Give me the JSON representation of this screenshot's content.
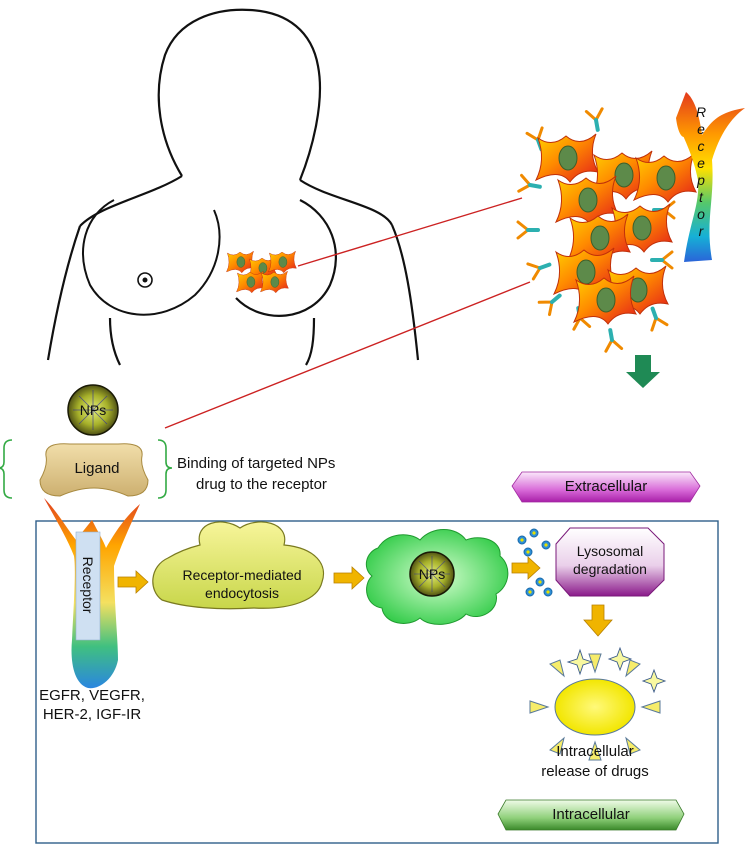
{
  "nps_label": "NPs",
  "ligand_label": "Ligand",
  "receptor_left_label": "Receptor",
  "receptor_right_letters": [
    "R",
    "e",
    "c",
    "e",
    "p",
    "t",
    "o",
    "r"
  ],
  "binding_text": [
    "Binding of targeted NPs",
    "drug to the receptor"
  ],
  "extracellular_label": "Extracellular",
  "intracellular_label": "Intracellular",
  "endocytosis_label": [
    "Receptor-mediated",
    "endocytosis"
  ],
  "vesicle_nps_label": "NPs",
  "lysosomal_label": [
    "Lysosomal",
    "degradation"
  ],
  "release_text": [
    "Intracellular",
    "release of drugs"
  ],
  "receptor_types": [
    "EGFR, VEGFR,",
    "HER-2, IGF-IR"
  ],
  "colors": {
    "arrow_orange": "#f0b400",
    "arrow_green": "#1f8a55",
    "box_border": "#2f5f8a",
    "connector_red": "#cc2222",
    "bracket_green": "#33aa44"
  }
}
